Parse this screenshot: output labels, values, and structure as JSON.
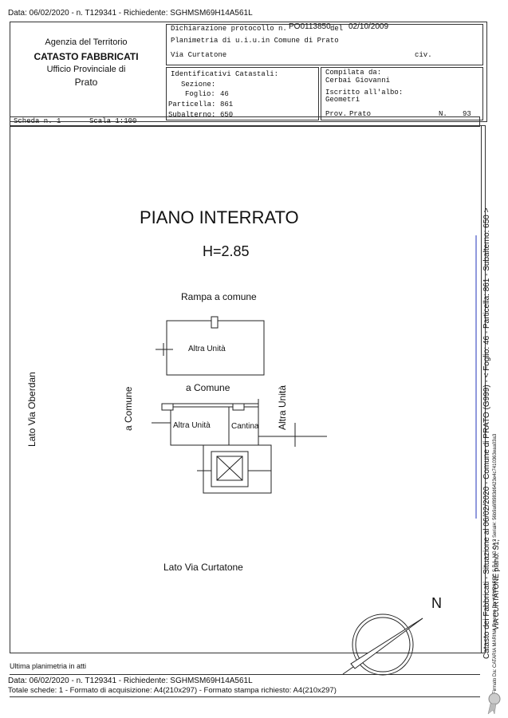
{
  "top_stamp": "Data: 06/02/2020 - n. T129341 - Richiedente: SGHMSM69H14A561L",
  "agency": {
    "line1": "Agenzia del Territorio",
    "line2": "CATASTO FABBRICATI",
    "line3": "Ufficio Provinciale di",
    "line4": "Prato"
  },
  "declaration": {
    "protocol_label": "Dichiarazione protocollo n.",
    "protocol_value": "PO0113850",
    "date_label": "del",
    "date_value": "02/10/2009",
    "plan_title": "Planimetria di u.i.u.in Comune di Prato",
    "address": "Via Curtatone",
    "civ_label": "civ."
  },
  "identifiers": {
    "title": "Identificativi Catastali:",
    "sezione_label": "Sezione:",
    "foglio_label": "Foglio:",
    "foglio_value": "46",
    "particella_label": "Particella:",
    "particella_value": "861",
    "subalterno_label": "Subalterno:",
    "subalterno_value": "650"
  },
  "compiled": {
    "label": "Compilata da:",
    "name": "Cerbai Giovanni",
    "registered_label": "Iscritto all'albo:",
    "registered_value": "Geometri",
    "prov_label": "Prov.",
    "prov_value": "Prato",
    "n_label": "N.",
    "n_value": "93"
  },
  "sheet": {
    "scheda": "Scheda n. 1",
    "scala": "Scala 1:100"
  },
  "plan": {
    "title": "PIANO INTERRATO",
    "height": "H=2.85",
    "rampa": "Rampa a comune",
    "altra_unita_top": "Altra Unità",
    "a_comune_h": "a Comune",
    "a_comune_v": "a Comune",
    "altra_unita_left": "Altra Unità",
    "cantina": "Cantina",
    "altra_unita_v": "Altra Unità",
    "lato_oberdan": "Lato Via Oberdan",
    "lato_curtatone": "Lato Via Curtatone",
    "north": "N"
  },
  "side_text": {
    "main": "Catasto dei Fabbricati - Situazione al 06/02/2020 - Comune di PRATO (G999) - < Foglio: 46 - Particella: 861 - Subalterno: 650 >",
    "sub": "VIA CURTATONE piano: S1;",
    "firm": "Firmato Da: CATARIA MARINA Emesso Da: ARUBAPEC S.P.A. NG CA 3 Serial#: 56b9a6f8983d6423e4c7410363eaa03a3"
  },
  "footer": {
    "ultima": "Ultima planimetria in atti",
    "stamp": "Data: 06/02/2020 - n. T129341 - Richiedente: SGHMSM69H14A561L",
    "totale": "Totale schede: 1 - Formato di acquisizione: A4(210x297) - Formato stampa richiesto: A4(210x297)"
  }
}
